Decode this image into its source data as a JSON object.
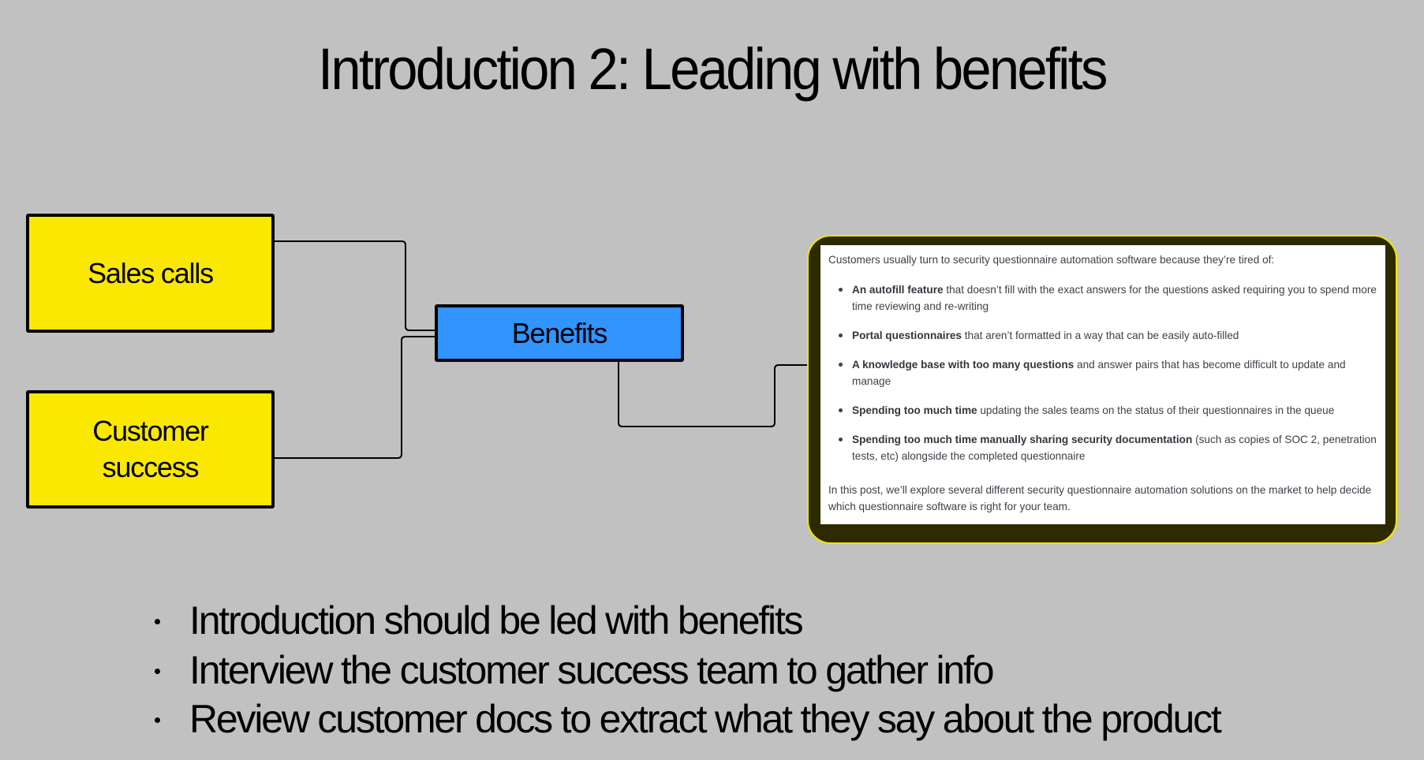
{
  "slide": {
    "title": "Introduction 2: Leading with benefits"
  },
  "diagram": {
    "nodes": {
      "sales_calls": "Sales calls",
      "customer_success_line1": "Customer",
      "customer_success_line2": "success",
      "benefits": "Benefits"
    },
    "colors": {
      "source_node": "#fae800",
      "target_node": "#3194ff",
      "frame": "#2d2a00",
      "frame_border": "#f2e600"
    }
  },
  "screenshot": {
    "intro": "Customers usually turn to security questionnaire automation software because they’re tired of:",
    "items": [
      {
        "bold": "An autofill feature",
        "rest": " that doesn’t fill with the exact answers for the questions asked requiring you to spend more time reviewing and re-writing"
      },
      {
        "bold": "Portal questionnaires",
        "rest": " that aren’t formatted in a way that can be easily auto-filled"
      },
      {
        "bold": "A knowledge base with too many questions",
        "rest": " and answer pairs that has become difficult to update and manage"
      },
      {
        "bold": "Spending too much time",
        "rest": " updating the sales teams on the status of their questionnaires in the queue"
      },
      {
        "bold": "Spending too much time manually sharing security documentation",
        "rest": " (such as copies of SOC 2, penetration tests, etc) alongside the completed questionnaire"
      }
    ],
    "outro": "In this post, we’ll explore several different security questionnaire automation solutions on the market to help decide which questionnaire software is right for your team."
  },
  "bullets": [
    "Introduction should be led with benefits",
    "Interview the customer success team to gather info",
    "Review customer docs to extract what they say about the product"
  ]
}
